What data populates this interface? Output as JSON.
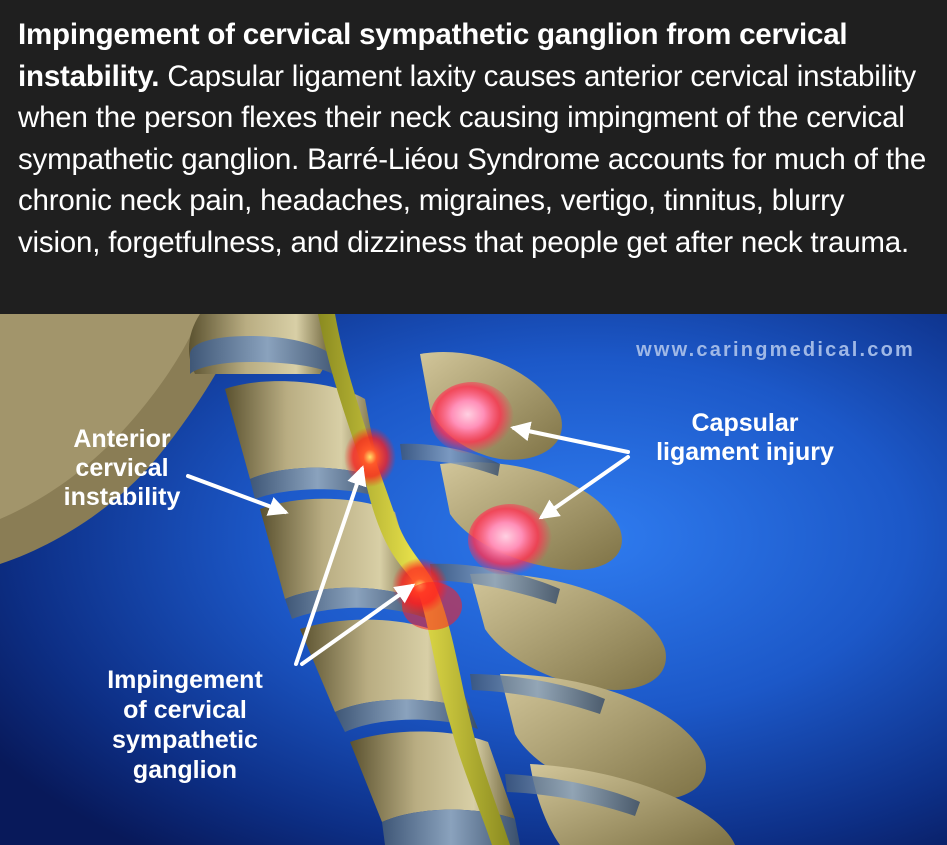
{
  "caption": {
    "lead": "Impingement of cervical sympathetic ganglion from cervical instability.",
    "body": "Capsular ligament laxity causes anterior cervical instability when the person flexes their neck causing impingment of the cervical sympathetic ganglion. Barré-Liéou Syndrome accounts for much of the chronic neck pain, headaches, migraines, vertigo, tinnitus, blurry vision, forgetfulness, and dizziness that people get after neck trauma."
  },
  "figure": {
    "watermark": "www.caringmedical.com",
    "labels": {
      "anterior": [
        "Anterior",
        "cervical",
        "instability"
      ],
      "capsular": [
        "Capsular",
        "ligament injury"
      ],
      "impingement": [
        "Impingement",
        "of cervical",
        "sympathetic",
        "ganglion"
      ]
    },
    "colors": {
      "background_blue": "#1f5fd0",
      "bone": "#b9ad82",
      "nerve": "#c8c23a",
      "injury_red": "#ff2a2a",
      "capsule_pink": "#ff8fb8"
    }
  }
}
